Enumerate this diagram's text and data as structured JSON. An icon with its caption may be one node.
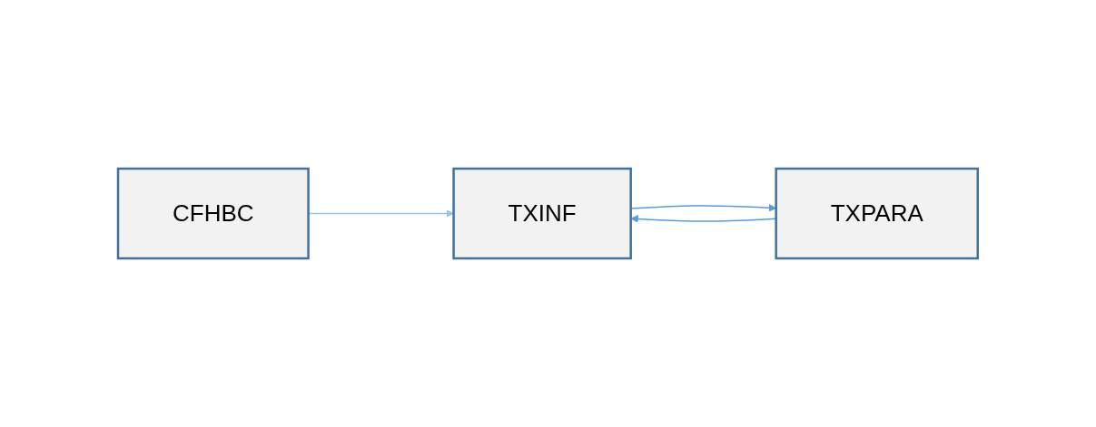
{
  "diagram": {
    "nodes": [
      {
        "text": [
          "CFHBC"
        ]
      },
      {
        "text": [
          "TXINF"
        ]
      },
      {
        "text": [
          "TXPARA"
        ]
      }
    ],
    "edges": [
      {
        "from": 0,
        "to": 1,
        "arrow": "to",
        "color": "#9dc3e6"
      },
      {
        "from": 1,
        "to": 2,
        "arrow": "to"
      },
      {
        "from": 2,
        "to": 1,
        "arrow": "to"
      }
    ]
  }
}
